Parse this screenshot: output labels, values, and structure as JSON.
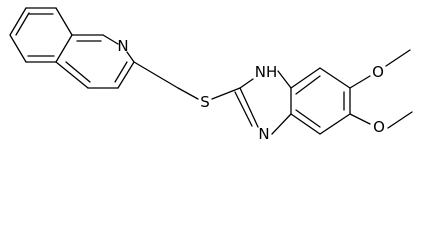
{
  "molecule": {
    "atoms": {
      "quinoline_n": "N",
      "sulfur": "S",
      "imidazole_nh": "NH",
      "imidazole_n": "N",
      "oxygen_top": "O",
      "oxygen_bottom": "O"
    }
  }
}
